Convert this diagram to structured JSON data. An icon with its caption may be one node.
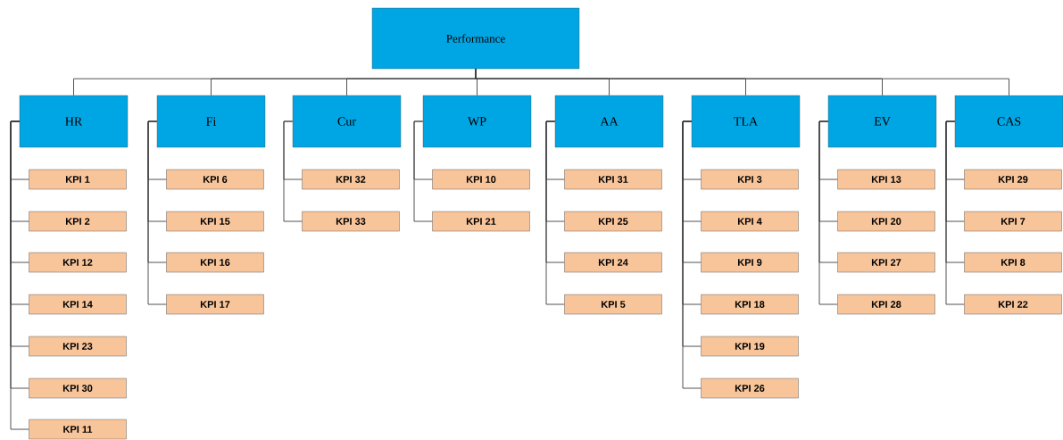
{
  "diagram": {
    "nodes": [
      {
        "text": [
          "Performance"
        ]
      },
      {
        "text": [
          "HR"
        ]
      },
      {
        "text": [
          "Fi"
        ]
      },
      {
        "text": [
          "Cur"
        ]
      },
      {
        "text": [
          "WP"
        ]
      },
      {
        "text": [
          "AA"
        ]
      },
      {
        "text": [
          "TLA"
        ]
      },
      {
        "text": [
          "EV"
        ]
      },
      {
        "text": [
          "CAS"
        ]
      },
      {
        "text": [
          "KPI 1"
        ]
      },
      {
        "text": [
          "KPI 2"
        ]
      },
      {
        "text": [
          "KPI 12"
        ]
      },
      {
        "text": [
          "KPI 14"
        ]
      },
      {
        "text": [
          "KPI 23"
        ]
      },
      {
        "text": [
          "KPI 30"
        ]
      },
      {
        "text": [
          "KPI 11"
        ]
      },
      {
        "text": [
          "KPI 6"
        ]
      },
      {
        "text": [
          "KPI 15"
        ]
      },
      {
        "text": [
          "KPI 16"
        ]
      },
      {
        "text": [
          "KPI 17"
        ]
      },
      {
        "text": [
          "KPI 32"
        ]
      },
      {
        "text": [
          "KPI 33"
        ]
      },
      {
        "text": [
          "KPI 10"
        ]
      },
      {
        "text": [
          "KPI 21"
        ]
      },
      {
        "text": [
          "KPI 31"
        ]
      },
      {
        "text": [
          "KPI 25"
        ]
      },
      {
        "text": [
          "KPI 24"
        ]
      },
      {
        "text": [
          "KPI 5"
        ]
      },
      {
        "text": [
          "KPI 3"
        ]
      },
      {
        "text": [
          "KPI 4"
        ]
      },
      {
        "text": [
          "KPI 9"
        ]
      },
      {
        "text": [
          "KPI 18"
        ]
      },
      {
        "text": [
          "KPI 19"
        ]
      },
      {
        "text": [
          "KPI 26"
        ]
      },
      {
        "text": [
          "KPI 13"
        ]
      },
      {
        "text": [
          "KPI 20"
        ]
      },
      {
        "text": [
          "KPI 27"
        ]
      },
      {
        "text": [
          "KPI 28"
        ]
      },
      {
        "text": [
          "KPI 29"
        ]
      },
      {
        "text": [
          "KPI 7"
        ]
      },
      {
        "text": [
          "KPI 8"
        ]
      },
      {
        "text": [
          "KPI 22"
        ]
      }
    ],
    "edges": [
      {
        "from": 0,
        "to": 1,
        "arrow": "none"
      },
      {
        "from": 0,
        "to": 2,
        "arrow": "none"
      },
      {
        "from": 0,
        "to": 3,
        "arrow": "none"
      },
      {
        "from": 0,
        "to": 4,
        "arrow": "none"
      },
      {
        "from": 0,
        "to": 5,
        "arrow": "none"
      },
      {
        "from": 0,
        "to": 6,
        "arrow": "none"
      },
      {
        "from": 0,
        "to": 7,
        "arrow": "none"
      },
      {
        "from": 0,
        "to": 8,
        "arrow": "none"
      },
      {
        "from": 1,
        "to": 9,
        "arrow": "none"
      },
      {
        "from": 1,
        "to": 10,
        "arrow": "none"
      },
      {
        "from": 1,
        "to": 11,
        "arrow": "none"
      },
      {
        "from": 1,
        "to": 12,
        "arrow": "none"
      },
      {
        "from": 1,
        "to": 13,
        "arrow": "none"
      },
      {
        "from": 1,
        "to": 14,
        "arrow": "none"
      },
      {
        "from": 1,
        "to": 15,
        "arrow": "none"
      },
      {
        "from": 2,
        "to": 16,
        "arrow": "none"
      },
      {
        "from": 2,
        "to": 17,
        "arrow": "none"
      },
      {
        "from": 2,
        "to": 18,
        "arrow": "none"
      },
      {
        "from": 2,
        "to": 19,
        "arrow": "none"
      },
      {
        "from": 3,
        "to": 20,
        "arrow": "none"
      },
      {
        "from": 3,
        "to": 21,
        "arrow": "none"
      },
      {
        "from": 4,
        "to": 22,
        "arrow": "none"
      },
      {
        "from": 4,
        "to": 23,
        "arrow": "none"
      },
      {
        "from": 5,
        "to": 24,
        "arrow": "none"
      },
      {
        "from": 5,
        "to": 25,
        "arrow": "none"
      },
      {
        "from": 5,
        "to": 26,
        "arrow": "none"
      },
      {
        "from": 5,
        "to": 27,
        "arrow": "none"
      },
      {
        "from": 6,
        "to": 28,
        "arrow": "none"
      },
      {
        "from": 6,
        "to": 29,
        "arrow": "none"
      },
      {
        "from": 6,
        "to": 30,
        "arrow": "none"
      },
      {
        "from": 6,
        "to": 31,
        "arrow": "none"
      },
      {
        "from": 6,
        "to": 32,
        "arrow": "none"
      },
      {
        "from": 6,
        "to": 33,
        "arrow": "none"
      },
      {
        "from": 7,
        "to": 34,
        "arrow": "none"
      },
      {
        "from": 7,
        "to": 35,
        "arrow": "none"
      },
      {
        "from": 7,
        "to": 36,
        "arrow": "none"
      },
      {
        "from": 7,
        "to": 37,
        "arrow": "none"
      },
      {
        "from": 8,
        "to": 38,
        "arrow": "none"
      },
      {
        "from": 8,
        "to": 39,
        "arrow": "none"
      },
      {
        "from": 8,
        "to": 40,
        "arrow": "none"
      },
      {
        "from": 8,
        "to": 41,
        "arrow": "none"
      }
    ]
  }
}
